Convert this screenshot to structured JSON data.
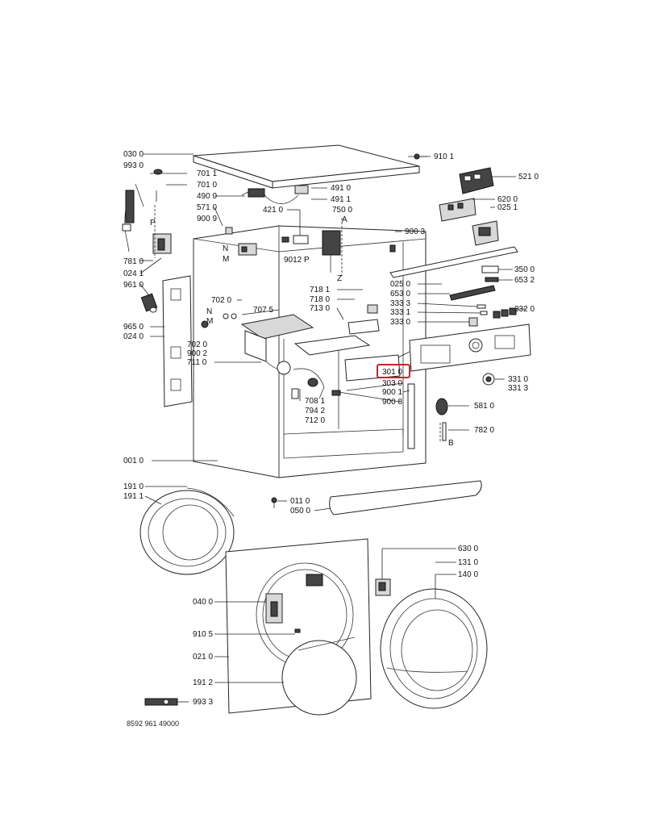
{
  "document_id": "8592 961 49000",
  "highlighted_part": "301 0",
  "highlight_color": "#cc1f2a",
  "part_labels": {
    "l030_0": "030 0",
    "l993_0": "993 0",
    "l701_1": "701 1",
    "l701_0": "701 0",
    "l490_0": "490 0",
    "l571_0": "571 0",
    "l900_9": "900 9",
    "l421_0": "421 0",
    "l750_0": "750 0",
    "lA": "A",
    "l491_0": "491 0",
    "l491_1": "491 1",
    "l910_1": "910 1",
    "l521_0": "521 0",
    "l620_0": "620 0",
    "l025_1": "025 1",
    "lP1": "P",
    "lN1": "N",
    "lM1": "M",
    "l9012P": "9012 P",
    "lZ": "Z",
    "l781_0": "781 0",
    "l024_1": "024 1",
    "l961_0": "961 0",
    "l900_3": "900 3",
    "l025_0": "025 0",
    "l350_0": "350 0",
    "l653_2": "653 2",
    "l653_0": "653 0",
    "l333_3": "333 3",
    "l333_1": "333 1",
    "l333_0": "333 0",
    "l332_0": "332 0",
    "l718_1": "718 1",
    "l718_0": "718 0",
    "l713_0": "713 0",
    "l702_0a": "702 0",
    "lN2": "N",
    "lM2": "M",
    "l707_5": "707 5",
    "l965_0": "965 0",
    "l024_0": "024 0",
    "l702_0b": "702 0",
    "l900_2": "900 2",
    "l711_0": "711 0",
    "l301_0": "301 0",
    "l303_0": "303 0",
    "l900_1": "900 1",
    "l900_8": "900 8",
    "l708_1": "708 1",
    "l794_2": "794 2",
    "l712_0": "712 0",
    "l331_0": "331 0",
    "l331_3": "331 3",
    "l581_0": "581 0",
    "l782_0": "782 0",
    "lB": "B",
    "l001_0": "001 0",
    "l191_0": "191 0",
    "l191_1": "191 1",
    "l011_0": "011 0",
    "l050_0": "050 0",
    "l630_0": "630 0",
    "l131_0": "131 0",
    "l140_0": "140 0",
    "l040_0": "040 0",
    "l910_5": "910 5",
    "l021_0": "021 0",
    "l191_2": "191 2",
    "l993_3": "993 3"
  }
}
